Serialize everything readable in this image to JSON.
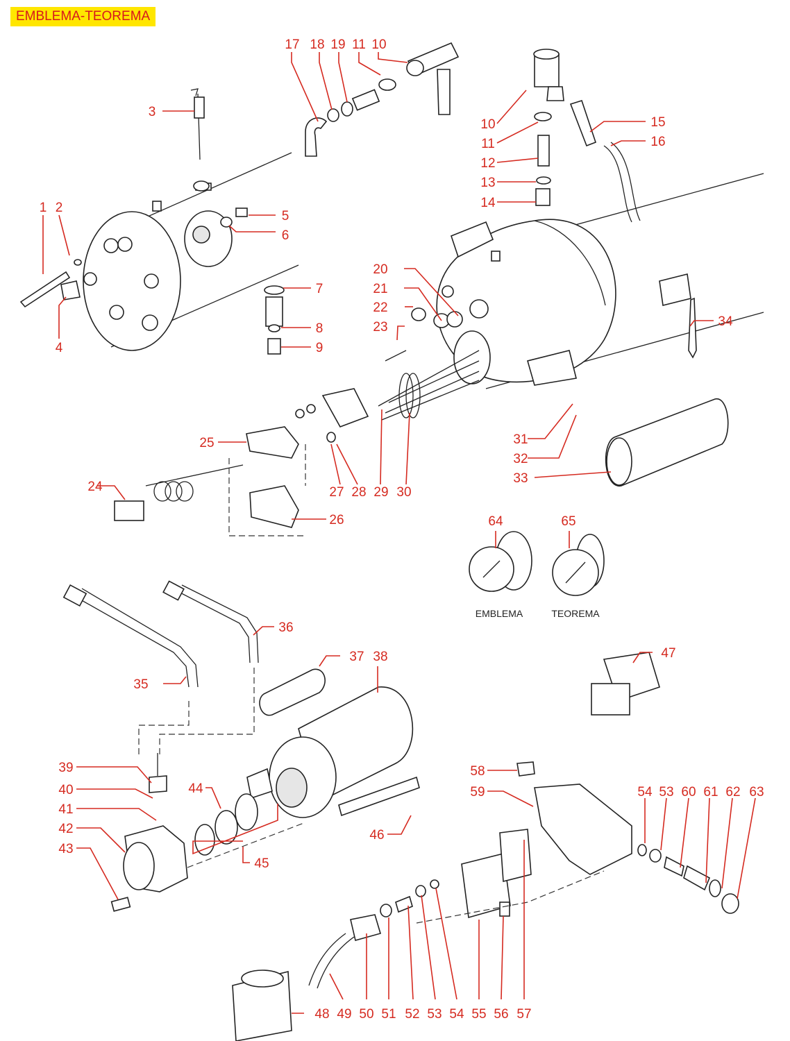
{
  "title": "EMBLEMA-TEOREMA",
  "colors": {
    "accent": "#d52a20",
    "title_bg": "#ffe600",
    "title_text": "#d7191c"
  },
  "captions": {
    "gauge_64": "EMBLEMA",
    "gauge_65": "TEOREMA"
  },
  "callouts": [
    {
      "id": "c1",
      "text": "1"
    },
    {
      "id": "c2",
      "text": "2"
    },
    {
      "id": "c3",
      "text": "3"
    },
    {
      "id": "c4",
      "text": "4"
    },
    {
      "id": "c5",
      "text": "5"
    },
    {
      "id": "c6",
      "text": "6"
    },
    {
      "id": "c7",
      "text": "7"
    },
    {
      "id": "c8",
      "text": "8"
    },
    {
      "id": "c9",
      "text": "9"
    },
    {
      "id": "c10a",
      "text": "10"
    },
    {
      "id": "c10b",
      "text": "10"
    },
    {
      "id": "c11a",
      "text": "11"
    },
    {
      "id": "c11b",
      "text": "11"
    },
    {
      "id": "c12",
      "text": "12"
    },
    {
      "id": "c13",
      "text": "13"
    },
    {
      "id": "c14",
      "text": "14"
    },
    {
      "id": "c15",
      "text": "15"
    },
    {
      "id": "c16",
      "text": "16"
    },
    {
      "id": "c17",
      "text": "17"
    },
    {
      "id": "c18",
      "text": "18"
    },
    {
      "id": "c19",
      "text": "19"
    },
    {
      "id": "c20",
      "text": "20"
    },
    {
      "id": "c21",
      "text": "21"
    },
    {
      "id": "c22",
      "text": "22"
    },
    {
      "id": "c23",
      "text": "23"
    },
    {
      "id": "c24",
      "text": "24"
    },
    {
      "id": "c25",
      "text": "25"
    },
    {
      "id": "c26",
      "text": "26"
    },
    {
      "id": "c27",
      "text": "27"
    },
    {
      "id": "c28",
      "text": "28"
    },
    {
      "id": "c29",
      "text": "29"
    },
    {
      "id": "c30",
      "text": "30"
    },
    {
      "id": "c31",
      "text": "31"
    },
    {
      "id": "c32",
      "text": "32"
    },
    {
      "id": "c33",
      "text": "33"
    },
    {
      "id": "c34",
      "text": "34"
    },
    {
      "id": "c35",
      "text": "35"
    },
    {
      "id": "c36",
      "text": "36"
    },
    {
      "id": "c37",
      "text": "37"
    },
    {
      "id": "c38",
      "text": "38"
    },
    {
      "id": "c39",
      "text": "39"
    },
    {
      "id": "c40",
      "text": "40"
    },
    {
      "id": "c41",
      "text": "41"
    },
    {
      "id": "c42",
      "text": "42"
    },
    {
      "id": "c43",
      "text": "43"
    },
    {
      "id": "c44",
      "text": "44"
    },
    {
      "id": "c45",
      "text": "45"
    },
    {
      "id": "c46",
      "text": "46"
    },
    {
      "id": "c47",
      "text": "47"
    },
    {
      "id": "c48",
      "text": "48"
    },
    {
      "id": "c49",
      "text": "49"
    },
    {
      "id": "c50",
      "text": "50"
    },
    {
      "id": "c51",
      "text": "51"
    },
    {
      "id": "c52",
      "text": "52"
    },
    {
      "id": "c53a",
      "text": "53"
    },
    {
      "id": "c53b",
      "text": "53"
    },
    {
      "id": "c54a",
      "text": "54"
    },
    {
      "id": "c54b",
      "text": "54"
    },
    {
      "id": "c55",
      "text": "55"
    },
    {
      "id": "c56",
      "text": "56"
    },
    {
      "id": "c57",
      "text": "57"
    },
    {
      "id": "c58",
      "text": "58"
    },
    {
      "id": "c59",
      "text": "59"
    },
    {
      "id": "c60",
      "text": "60"
    },
    {
      "id": "c61",
      "text": "61"
    },
    {
      "id": "c62",
      "text": "62"
    },
    {
      "id": "c63",
      "text": "63"
    },
    {
      "id": "c64",
      "text": "64"
    },
    {
      "id": "c65",
      "text": "65"
    }
  ]
}
